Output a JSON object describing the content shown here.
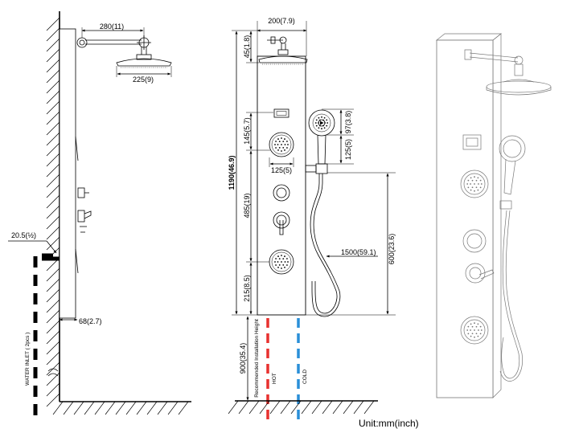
{
  "unit_label": "Unit:mm(inch)",
  "side_view": {
    "arm_length": "280(11)",
    "head_diameter": "225(9)",
    "inlet_offset": "20.5(½)",
    "panel_depth": "68(2.7)",
    "water_inlet": "WATER INLET ( 2pcs )"
  },
  "front_view": {
    "width": "200(7.9)",
    "head_drop": "45(1.8)",
    "total_height": "1190(46.9)",
    "gap_top": "145(5.7)",
    "mid_span": "485(19)",
    "bottom_gap": "215(8.5)",
    "jet_diameter": "125(5)",
    "handheld_width": "97(3.8)",
    "handheld_height": "125(5)",
    "hose_length": "1500(59.1)",
    "holder_height": "600(23.6)",
    "install_height": "900(35.4)",
    "install_label": "Recommended Installation Height",
    "hot_label": "HOT",
    "cold_label": "COLD"
  },
  "colors": {
    "hot": "#e8312f",
    "cold": "#2a8fd8",
    "line": "#000000"
  }
}
